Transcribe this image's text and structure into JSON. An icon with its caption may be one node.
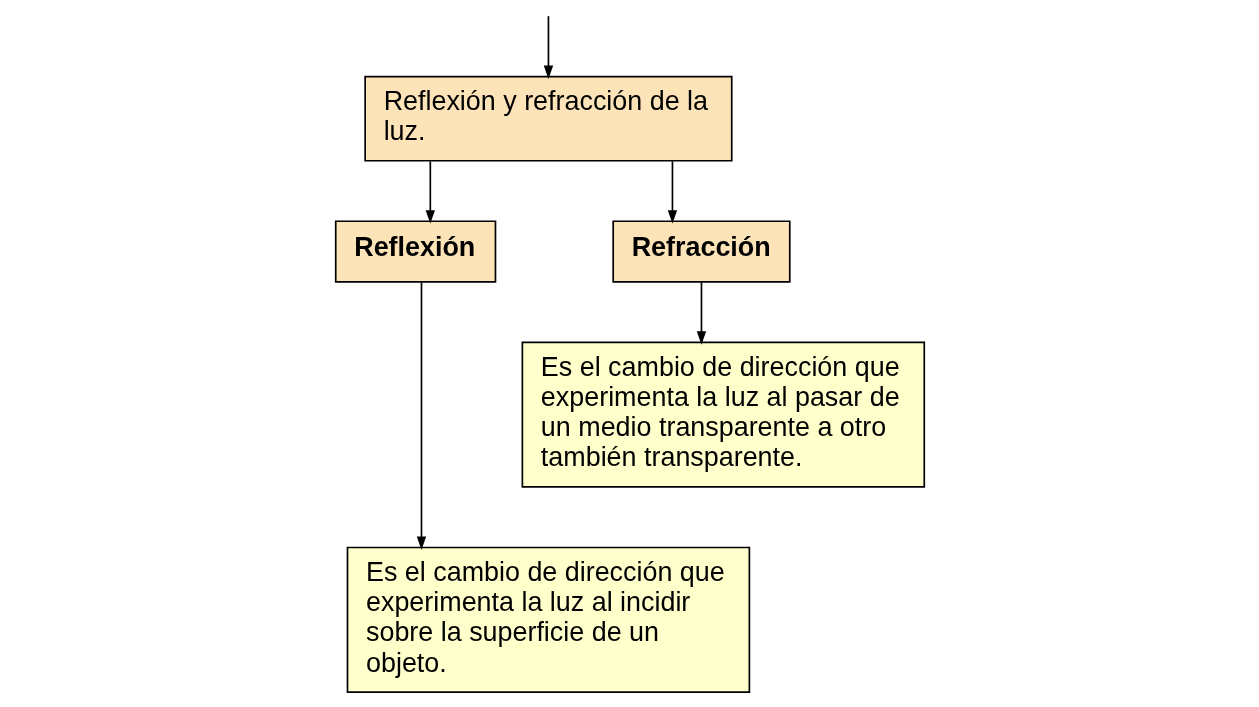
{
  "diagram": {
    "nodes": [
      {
        "text": [
          "Reflexión y refracción de la luz."
        ]
      },
      {
        "text": [
          "Reflexión"
        ]
      },
      {
        "text": [
          "Refracción"
        ]
      },
      {
        "text": [
          "Es el cambio de dirección que experimenta la luz al pasar de un medio transparente a otro también transparente."
        ]
      },
      {
        "text": [
          "Es el cambio de dirección que experimenta la luz al incidir sobre la superficie de un objeto."
        ]
      }
    ],
    "edges": [
      {
        "from": null,
        "to": 0,
        "arrow": "to"
      },
      {
        "from": 0,
        "to": 1,
        "arrow": "to"
      },
      {
        "from": 0,
        "to": 2,
        "arrow": "to"
      },
      {
        "from": 2,
        "to": 3,
        "arrow": "to"
      },
      {
        "from": 1,
        "to": 4,
        "arrow": "to"
      }
    ]
  }
}
